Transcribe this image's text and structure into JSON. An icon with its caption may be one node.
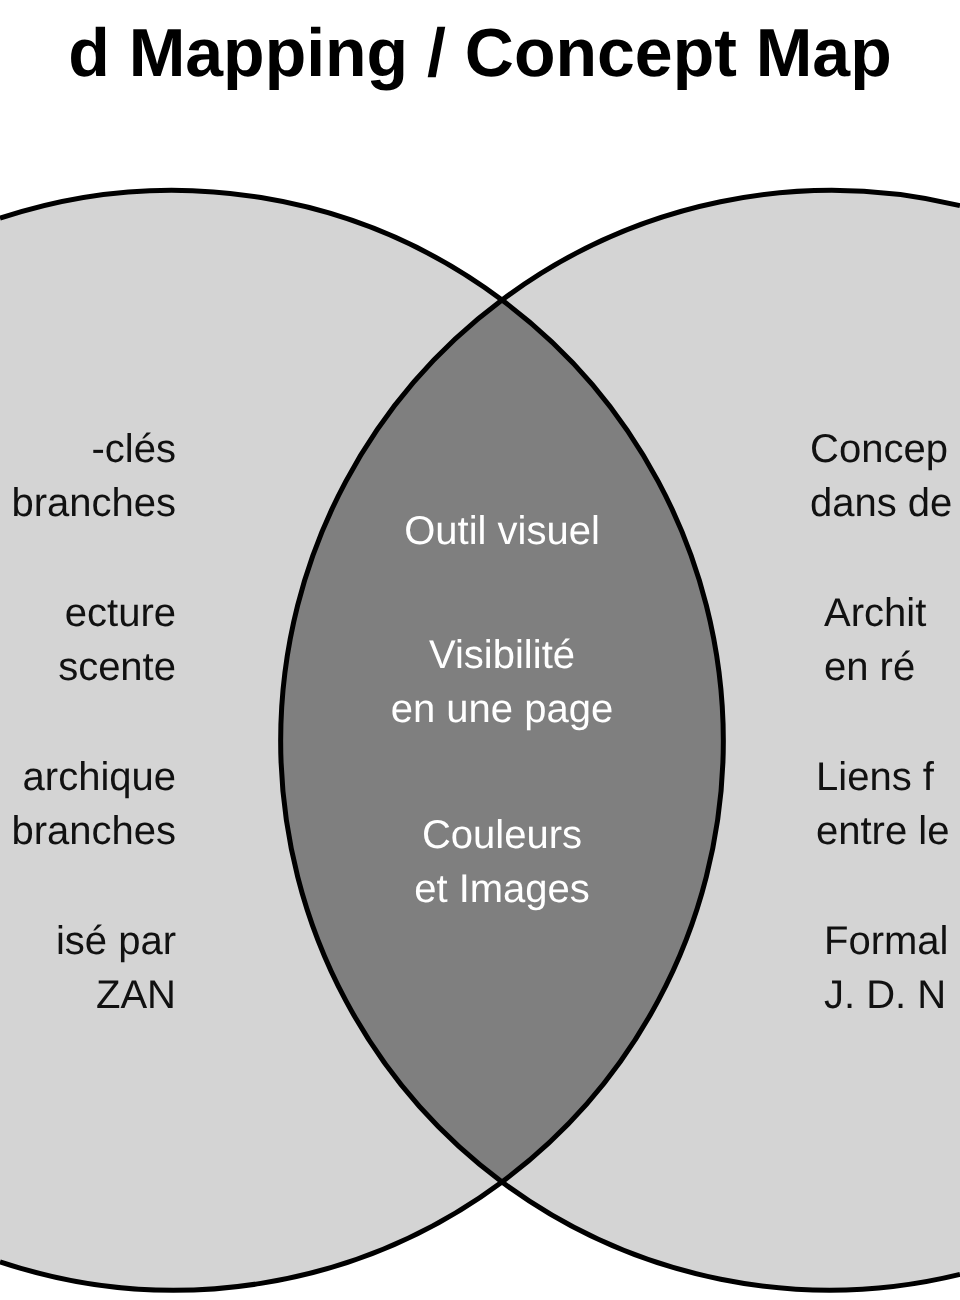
{
  "diagram": {
    "title": "d Mapping / Concept Map",
    "nodes": [
      {
        "text": [
          "-clés branches",
          "ecture scente",
          "archique branches",
          "isé par ZAN"
        ]
      },
      {
        "text": [
          "Concep dans de",
          "Archit en ré",
          "Liens f entre le",
          "Formal J. D. N"
        ]
      },
      {
        "text": [
          "Outil visuel",
          "Visibilité en une page",
          "Couleurs et Images"
        ]
      }
    ]
  }
}
